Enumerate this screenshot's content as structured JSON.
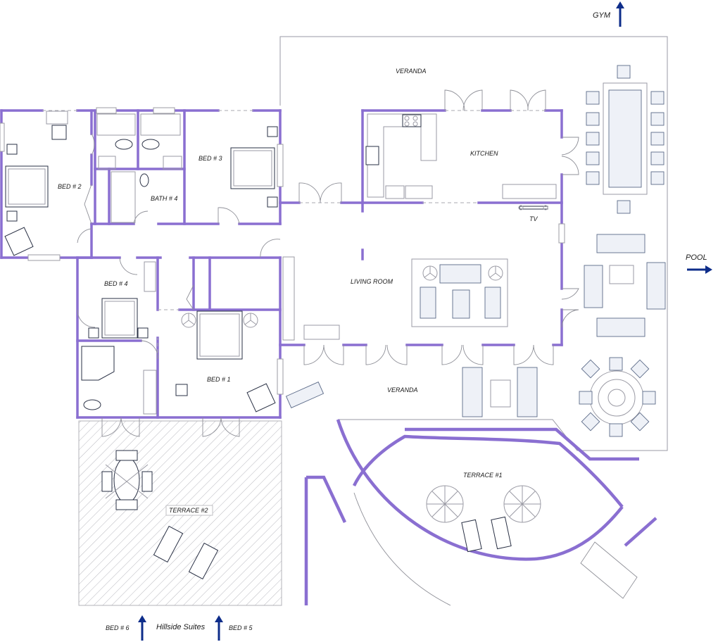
{
  "rooms": {
    "veranda_top": "VERANDA",
    "veranda_bottom": "VERANDA",
    "kitchen": "KITCHEN",
    "tv": "TV",
    "living_room": "LIVING ROOM",
    "bed2": "BED # 2",
    "bed3": "BED # 3",
    "bath4": "BATH # 4",
    "bed4": "BED # 4",
    "bed1": "BED # 1",
    "terrace1": "TERRACE  #1",
    "terrace2": "TERRACE  #2"
  },
  "directions": {
    "gym": "GYM",
    "pool": "POOL",
    "bed6": "BED # 6",
    "hillside": "Hillside Suites",
    "bed5": "BED # 5"
  },
  "colors": {
    "wall": "#8a6fd1",
    "arrow": "#0e2d8a",
    "furniture": "#2a3145"
  }
}
